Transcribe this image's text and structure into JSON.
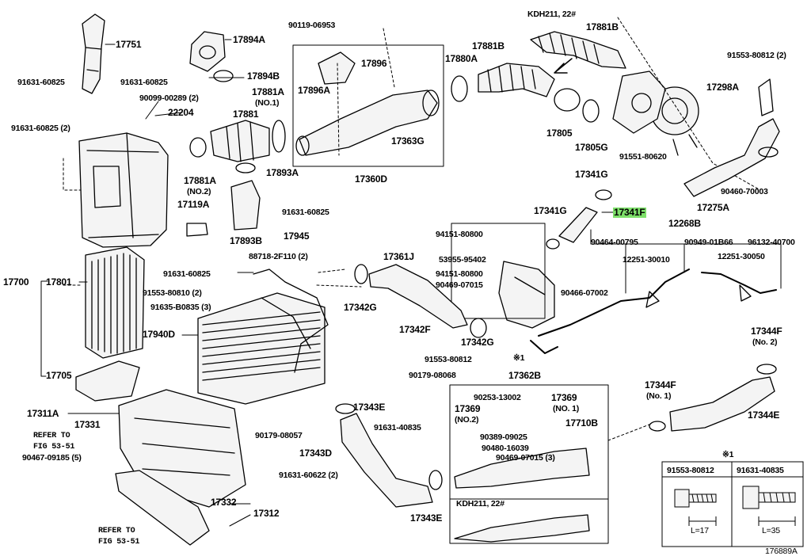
{
  "figure_id": "176889A",
  "highlight_color": "#7ee06a",
  "labels": {
    "p17751": "17751",
    "p91631_60825_a": "91631-60825",
    "p91631_60825_b": "91631-60825",
    "p91631_60825_2": "91631-60825 (2)",
    "p90099": "90099-00289 (2)",
    "p22204": "22204",
    "p17894A": "17894A",
    "p17894B": "17894B",
    "p17881A_1": "17881A",
    "p17881A_1_note": "(NO.1)",
    "p17881": "17881",
    "p17881A_2": "17881A",
    "p17881A_2_note": "(NO.2)",
    "p17893A": "17893A",
    "p17893B": "17893B",
    "p17119A": "17119A",
    "p91631_60825_c": "91631-60825",
    "p91631_60825_d": "91631-60825",
    "p90119": "90119-06953",
    "p17896": "17896",
    "p17896A": "17896A",
    "p17363G": "17363G",
    "p17360D": "17360D",
    "pKDH_top": "KDH211, 22#",
    "p17881B_a": "17881B",
    "p17881B_b": "17881B",
    "p17880A": "17880A",
    "p17805": "17805",
    "p17805G": "17805G",
    "p91553_80812_2": "91553-80812 (2)",
    "p17298A": "17298A",
    "p91551_80620": "91551-80620",
    "p90460_70003": "90460-70003",
    "p17275A": "17275A",
    "p17341G_a": "17341G",
    "p17341G_b": "17341G",
    "p17341F": "17341F",
    "p12268B": "12268B",
    "p90464_00795": "90464-00795",
    "p90949": "90949-01B66",
    "p96132": "96132-40700",
    "p12251_30010": "12251-30010",
    "p12251_30050": "12251-30050",
    "p90466_07002": "90466-07002",
    "p17945": "17945",
    "p88718": "88718-2F110 (2)",
    "p17700": "17700",
    "p17801": "17801",
    "p91553_80810_2": "91553-80810 (2)",
    "p91635": "91635-B0835 (3)",
    "p17940D": "17940D",
    "p17705": "17705",
    "p17361J": "17361J",
    "p94151_a": "94151-80800",
    "p53955": "53955-95402",
    "p94151_b": "94151-80800",
    "p90469_a": "90469-07015",
    "p17342G_a": "17342G",
    "p17342F": "17342F",
    "p17342G_b": "17342G",
    "p91553_80812": "91553-80812",
    "p_ref1": "※1",
    "p90179_08068": "90179-08068",
    "p17362B": "17362B",
    "p17344F_2": "17344F",
    "p17344F_2_note": "(No. 2)",
    "p17344F_1": "17344F",
    "p17344F_1_note": "(No. 1)",
    "p17344E": "17344E",
    "p17311A": "17311A",
    "p17331": "17331",
    "p_refer1_a": "REFER TO",
    "p_refer1_b": "FIG 53-51",
    "p90467": "90467-09185 (5)",
    "p17343E_a": "17343E",
    "p90179_08057": "90179-08057",
    "p17343D": "17343D",
    "p91631_40835": "91631-40835",
    "p91631_60622": "91631-60622 (2)",
    "p17332": "17332",
    "p17312": "17312",
    "p_refer2_a": "REFER TO",
    "p_refer2_b": "FIG 53-51",
    "p17343E_b": "17343E",
    "p90253": "90253-13002",
    "p17369_a": "17369",
    "p17369_a_note": "(NO.2)",
    "p17369_b": "17369",
    "p17369_b_note": "(NO. 1)",
    "p17710B": "17710B",
    "p90389": "90389-09025",
    "p90480": "90480-16039",
    "p90469_b": "90469-07015 (3)",
    "pKDH_bottom": "KDH211, 22#"
  },
  "ref_table": {
    "mark": "※1",
    "columns": [
      {
        "part": "91553-80812",
        "length": "L=17"
      },
      {
        "part": "91631-40835",
        "length": "L=35"
      }
    ]
  }
}
